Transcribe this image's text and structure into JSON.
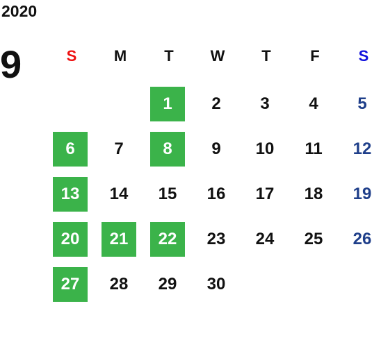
{
  "calendar": {
    "year": "2020",
    "month": "9",
    "weekdays": [
      "S",
      "M",
      "T",
      "W",
      "T",
      "F",
      "S"
    ],
    "days": [
      {
        "label": "1",
        "highlighted": true
      },
      {
        "label": "2",
        "highlighted": false
      },
      {
        "label": "3",
        "highlighted": false
      },
      {
        "label": "4",
        "highlighted": false
      },
      {
        "label": "5",
        "highlighted": false
      },
      {
        "label": "6",
        "highlighted": true
      },
      {
        "label": "7",
        "highlighted": false
      },
      {
        "label": "8",
        "highlighted": true
      },
      {
        "label": "9",
        "highlighted": false
      },
      {
        "label": "10",
        "highlighted": false
      },
      {
        "label": "11",
        "highlighted": false
      },
      {
        "label": "12",
        "highlighted": false
      },
      {
        "label": "13",
        "highlighted": true
      },
      {
        "label": "14",
        "highlighted": false
      },
      {
        "label": "15",
        "highlighted": false
      },
      {
        "label": "16",
        "highlighted": false
      },
      {
        "label": "17",
        "highlighted": false
      },
      {
        "label": "18",
        "highlighted": false
      },
      {
        "label": "19",
        "highlighted": false
      },
      {
        "label": "20",
        "highlighted": true
      },
      {
        "label": "21",
        "highlighted": true
      },
      {
        "label": "22",
        "highlighted": true
      },
      {
        "label": "23",
        "highlighted": false
      },
      {
        "label": "24",
        "highlighted": false
      },
      {
        "label": "25",
        "highlighted": false
      },
      {
        "label": "26",
        "highlighted": false
      },
      {
        "label": "27",
        "highlighted": true
      },
      {
        "label": "28",
        "highlighted": false
      },
      {
        "label": "29",
        "highlighted": false
      },
      {
        "label": "30",
        "highlighted": false
      }
    ]
  },
  "colors": {
    "highlight": "#3bb34a",
    "sunday_header": "#ee1111",
    "saturday_header": "#1111dd",
    "saturday_date": "#1f3f8a",
    "text": "#111111"
  }
}
